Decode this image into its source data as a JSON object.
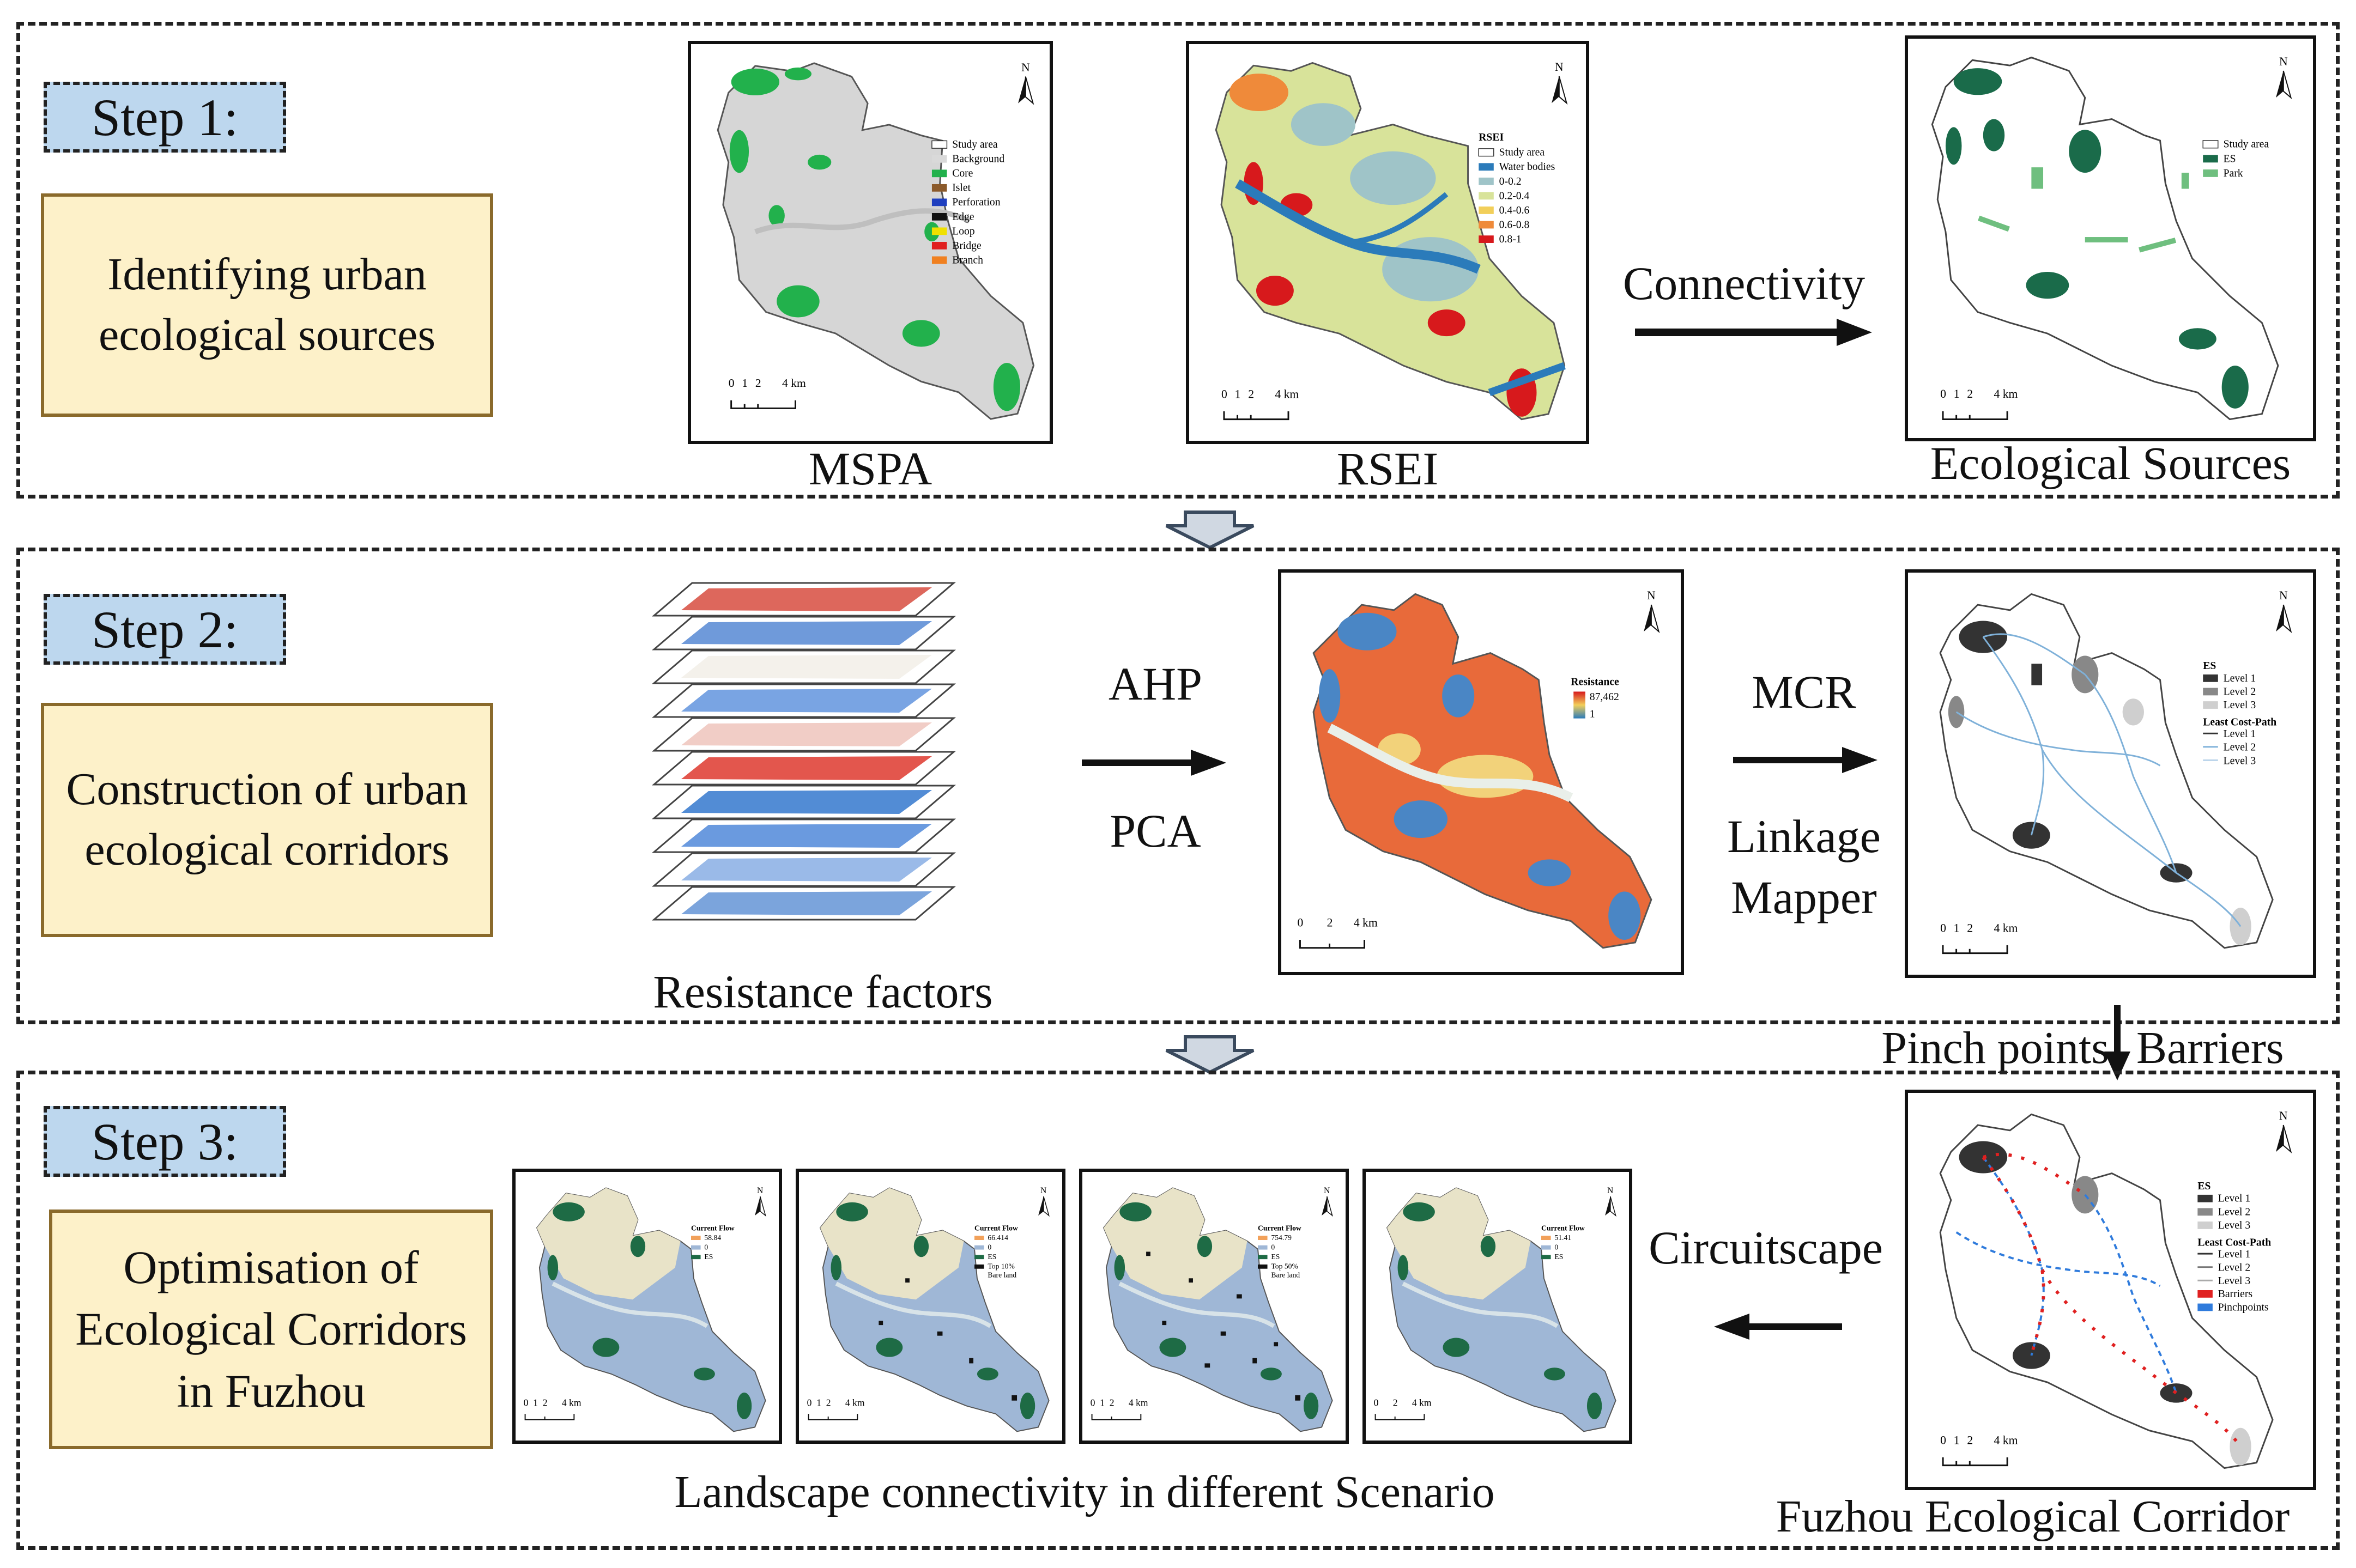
{
  "steps": [
    {
      "tag": "Step 1:",
      "description": "Identifying urban ecological sources",
      "maps": [
        {
          "caption": "MSPA",
          "legend_title": "",
          "legend": [
            "Study area",
            "Background",
            "Core",
            "Islet",
            "Perforation",
            "Edge",
            "Loop",
            "Bridge",
            "Branch"
          ],
          "legend_colors": [
            "#ffffff",
            "#d9d9d9",
            "#22b14c",
            "#8b5a2b",
            "#1f3fbf",
            "#111111",
            "#f0e000",
            "#e02020",
            "#f08020"
          ],
          "scale": [
            "0",
            "1",
            "2",
            "4 km"
          ]
        },
        {
          "caption": "RSEI",
          "legend_title": "RSEI",
          "legend": [
            "Study area",
            "Water bodies",
            "0-0.2",
            "0.2-0.4",
            "0.4-0.6",
            "0.6-0.8",
            "0.8-1"
          ],
          "legend_colors": [
            "#ffffff",
            "#2b7bba",
            "#9fc4c8",
            "#d8e39a",
            "#f2cf5a",
            "#ef8a3a",
            "#d7191c"
          ],
          "scale": [
            "0",
            "1",
            "2",
            "4 km"
          ]
        },
        {
          "caption": "Ecological Sources",
          "legend_title": "",
          "legend": [
            "Study area",
            "ES",
            "Park"
          ],
          "legend_colors": [
            "#ffffff",
            "#1a6b4a",
            "#6fbf7f"
          ],
          "scale": [
            "0",
            "1",
            "2",
            "4 km"
          ]
        }
      ],
      "arrow_label": "Connectivity"
    },
    {
      "tag": "Step 2:",
      "description": "Construction of urban ecological corridors",
      "stack_caption": "Resistance factors",
      "arrow1_labels": [
        "AHP",
        "PCA"
      ],
      "resistance_map": {
        "legend_title": "Resistance",
        "legend": [
          "87,462",
          "1"
        ],
        "scale": [
          "0",
          "2",
          "4 km"
        ]
      },
      "arrow2_labels": [
        "MCR",
        "Linkage Mapper"
      ],
      "corridor_map": {
        "legend_es_title": "ES",
        "legend_es": [
          "Level 1",
          "Level 2",
          "Level 3"
        ],
        "legend_path_title": "Least Cost-Path",
        "legend_path": [
          "Level 1",
          "Level 2",
          "Level 3"
        ],
        "scale": [
          "0",
          "1",
          "2",
          "4 km"
        ]
      },
      "down_labels": [
        "Pinch points",
        "Barriers"
      ]
    },
    {
      "tag": "Step 3:",
      "description": "Optimisation of Ecological Corridors in Fuzhou",
      "scenarios_caption": "Landscape connectivity in different Scenario",
      "scenarios": [
        {
          "legend_title": "Current Flow",
          "legend": [
            "58.84",
            "0",
            "ES"
          ],
          "scale": [
            "0",
            "1",
            "2",
            "4 km"
          ]
        },
        {
          "legend_title": "Current Flow",
          "legend": [
            "66.414",
            "0",
            "ES",
            "Top 10% Bare land"
          ],
          "scale": [
            "0",
            "1",
            "2",
            "4 km"
          ]
        },
        {
          "legend_title": "Current Flow",
          "legend": [
            "754.79",
            "0",
            "ES",
            "Top 50% Bare land"
          ],
          "scale": [
            "0",
            "1",
            "2",
            "4 km"
          ]
        },
        {
          "legend_title": "Current Flow",
          "legend": [
            "51.41",
            "0",
            "ES"
          ],
          "scale": [
            "0",
            "2",
            "4 km"
          ]
        }
      ],
      "arrow_label": "Circuitscape",
      "corridor_final": {
        "caption": "Fuzhou Ecological Corridor",
        "legend_es_title": "ES",
        "legend_es": [
          "Level 1",
          "Level 2",
          "Level 3"
        ],
        "legend_path_title": "Least Cost-Path",
        "legend_path": [
          "Level 1",
          "Level 2",
          "Level 3"
        ],
        "legend_extra": [
          "Barriers",
          "Pinchpoints"
        ],
        "scale": [
          "0",
          "1",
          "2",
          "4 km"
        ]
      }
    }
  ],
  "north_symbol": "N",
  "colors": {
    "step_tag_bg": "#bdd7ee",
    "desc_bg": "#fdf1c9",
    "desc_border": "#8a6a2b",
    "flow_arrow": "#3a4a5e"
  }
}
